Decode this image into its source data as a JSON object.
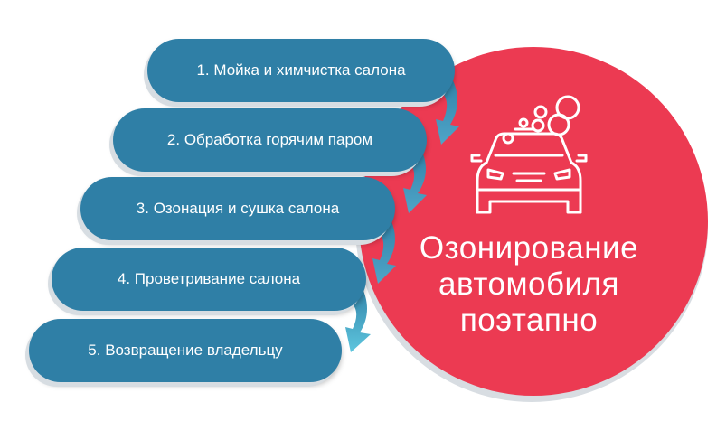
{
  "steps": [
    {
      "label": "1. Мойка и химчистка салона"
    },
    {
      "label": "2. Обработка горячим паром"
    },
    {
      "label": "3. Озонация и сушка салона"
    },
    {
      "label": "4. Проветривание салона"
    },
    {
      "label": "5. Возвращение владельцу"
    }
  ],
  "title": {
    "line1": "Озонирование",
    "line2": "автомобиля",
    "line3": "поэтапно"
  },
  "icon": "car-wash-icon",
  "colors": {
    "circle": "#ec3a52",
    "pill": "#2f7fa6",
    "arrow": "#3f8fb4",
    "arrow_last": "#56bfd9"
  }
}
